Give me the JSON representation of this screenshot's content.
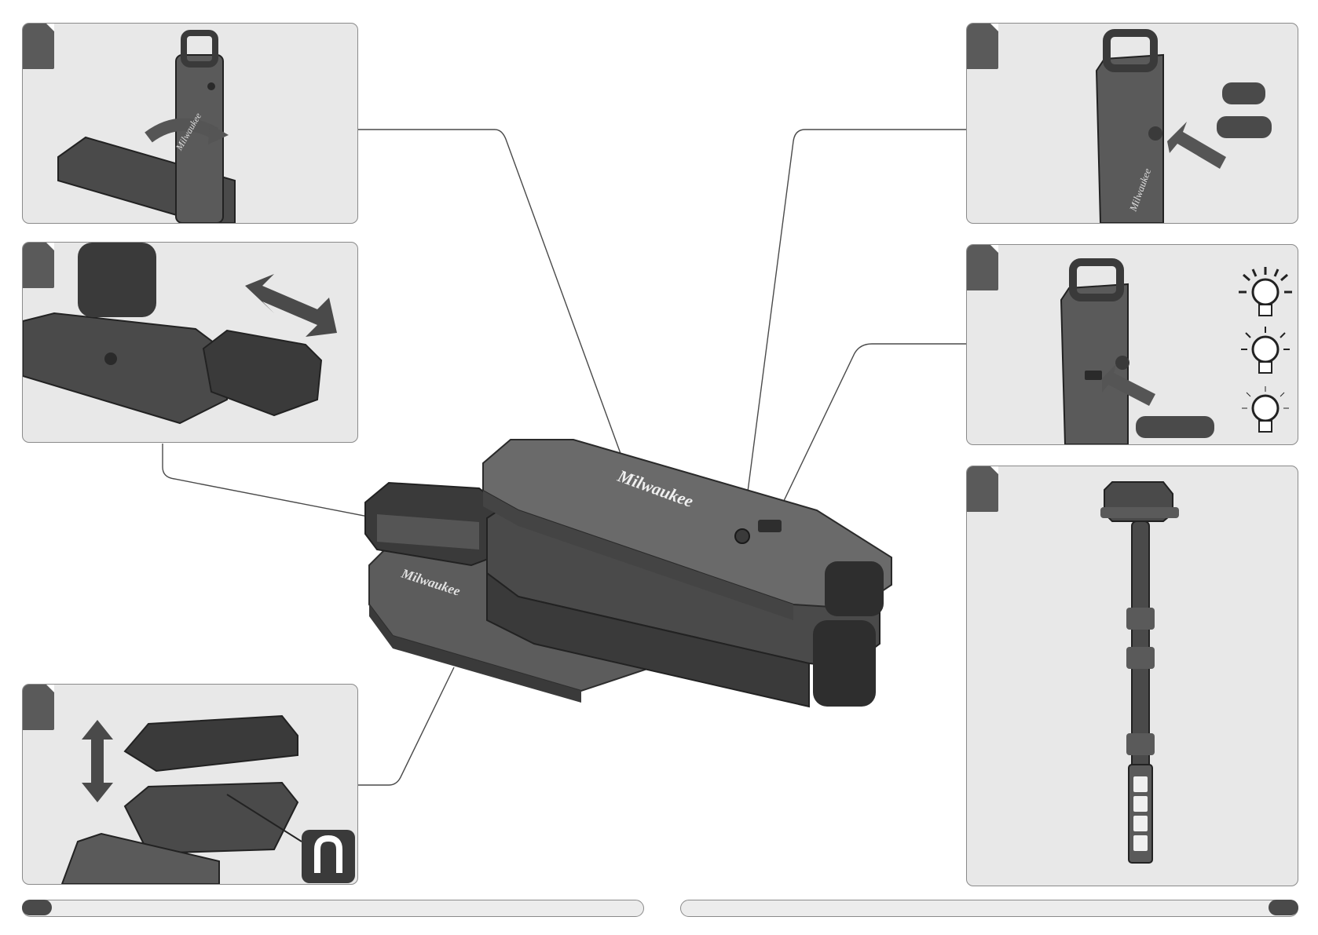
{
  "figure": {
    "brand": "Milwaukee",
    "panels": [
      {
        "id": "panel-1",
        "subject": "rotate-stand"
      },
      {
        "id": "panel-2",
        "subject": "battery-insert"
      },
      {
        "id": "panel-3",
        "subject": "magnetic-base"
      },
      {
        "id": "panel-4",
        "subject": "power-button"
      },
      {
        "id": "panel-5",
        "subject": "brightness-modes"
      },
      {
        "id": "panel-6",
        "subject": "hanging-strap"
      }
    ],
    "brightness_levels": [
      "high",
      "medium",
      "low"
    ],
    "colors": {
      "panel_bg": "#e8e8e8",
      "panel_border": "#8a8a8a",
      "tab": "#5a5a5a",
      "device_dark": "#3a3a3a",
      "device_mid": "#5c5c5c"
    }
  }
}
